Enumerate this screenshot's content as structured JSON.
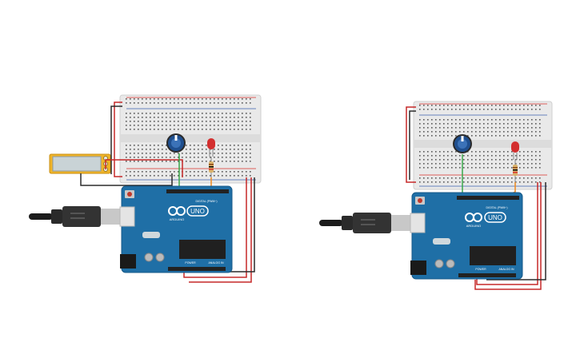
{
  "workspace": {
    "background": "#ffffff",
    "circuits": [
      {
        "id": "circuit-left",
        "board": {
          "brand": "ARDUINO",
          "model": "UNO",
          "digital_header": "DIGITAL (PWM~)",
          "power_header": "POWER",
          "analog_header": "ANALOG IN"
        },
        "has_multimeter": true,
        "multimeter_reading": ""
      },
      {
        "id": "circuit-right",
        "board": {
          "brand": "ARDUINO",
          "model": "UNO",
          "digital_header": "DIGITAL (PWM~)",
          "power_header": "POWER",
          "analog_header": "ANALOG IN"
        },
        "has_multimeter": false
      }
    ]
  },
  "colors": {
    "arduino_blue": "#1f6fa6",
    "arduino_dark": "#175a89",
    "breadboard": "#e9e9e9",
    "rail_red": "#d9302c",
    "rail_blue": "#3a5fae",
    "wire_red": "#c62828",
    "wire_black": "#2b2b2b",
    "wire_green": "#3aa84a",
    "wire_orange": "#ef8a1e",
    "led_red": "#d32f2f",
    "pot_blue": "#1f4f8f",
    "multimeter": "#f0b429"
  }
}
